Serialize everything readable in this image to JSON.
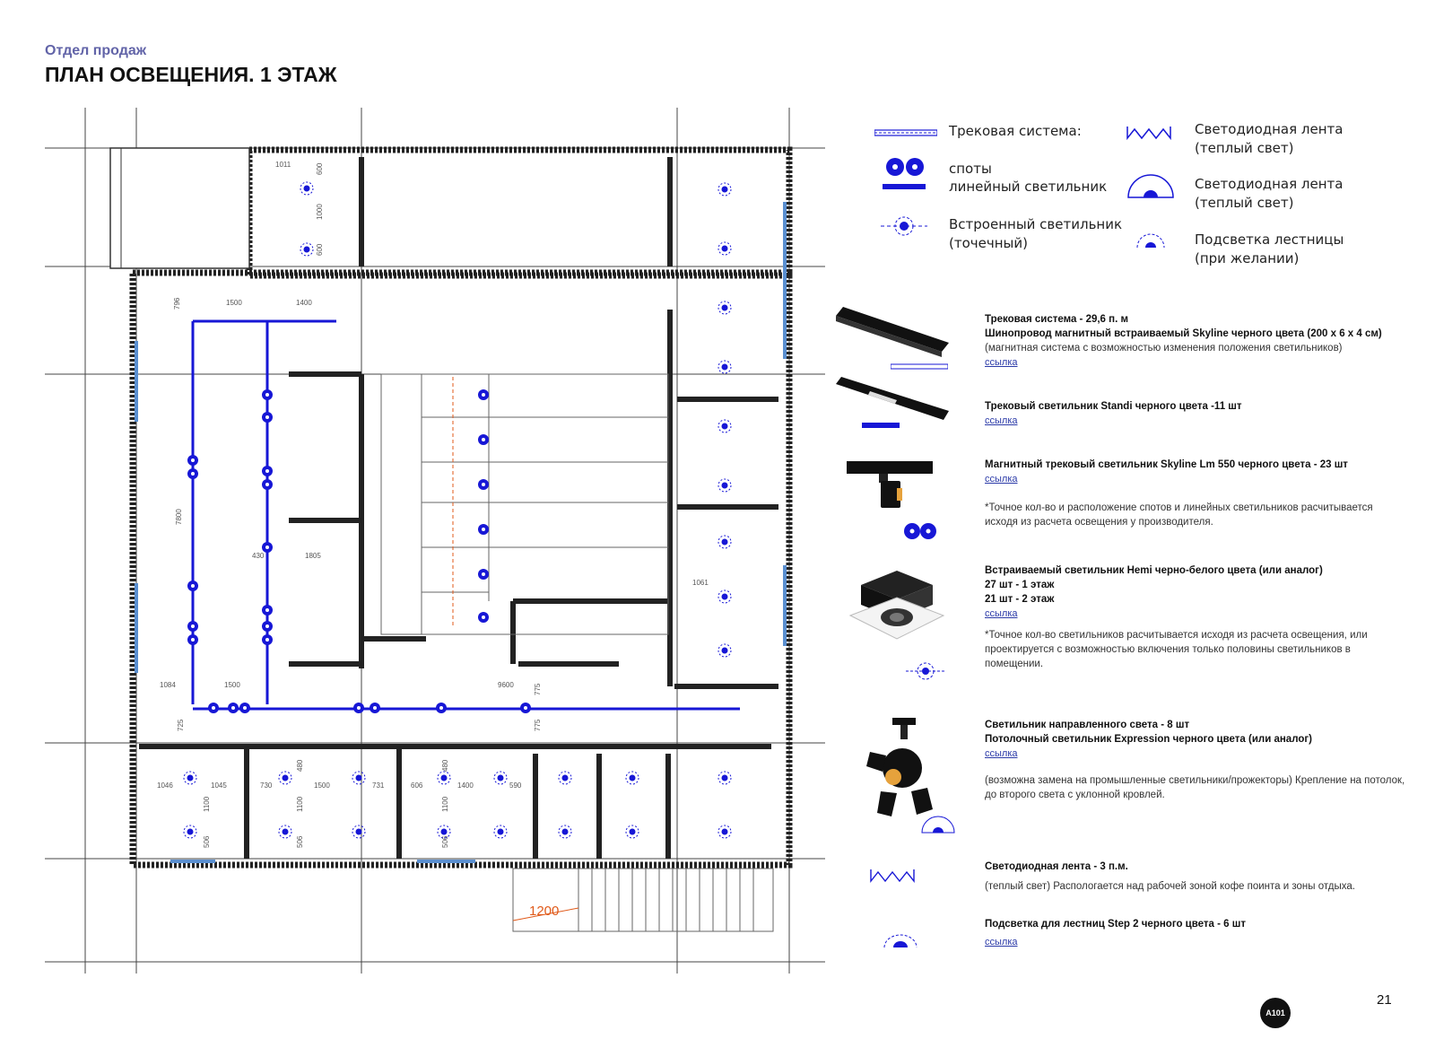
{
  "header": {
    "department": "Отдел продаж",
    "title": "ПЛАН ОСВЕЩЕНИЯ. 1 ЭТАЖ"
  },
  "legend": {
    "track": "Трековая система:",
    "spots": "споты",
    "linear": "линейный светильник",
    "builtin_1": "Встроенный светильник",
    "builtin_2": "(точечный)",
    "led1_1": "Светодиодная лента",
    "led1_2": "(теплый свет)",
    "led2_1": "Светодиодная лента",
    "led2_2": "(теплый свет)",
    "stair_1": "Подсветка лестницы",
    "stair_2": "(при желании)"
  },
  "items": [
    {
      "title": "Трековая система - 29,6 п. м",
      "line2": "Шинопровод магнитный встраиваемый Skyline черного цвета (200 х 6 х 4 см)",
      "line3": "(магнитная система с возможностью изменения положения светильников)",
      "link": "ссылка"
    },
    {
      "title": "Трековый светильник Standi черного цвета -11 шт",
      "link": "ссылка"
    },
    {
      "title": "Магнитный трековый светильник Skyline Lm 550 черного цвета - 23 шт",
      "link": "ссылка",
      "note": "*Точное кол-во и расположение спотов и линейных светильников расчитывается исходя из расчета освещения у производителя."
    },
    {
      "title": "Встраиваемый светильник Hemi черно-белого цвета (или аналог)",
      "line2": "27 шт - 1 этаж",
      "line3": "21 шт - 2 этаж",
      "link": "ссылка",
      "note": "*Точное кол-во  светильников расчитывается исходя из расчета освещения, или проектируется с возможностью включения только половины светильников в помещении."
    },
    {
      "title": "Светильник направленного света - 8 шт",
      "line2": "Потолочный светильник Expression черного цвета (или аналог)",
      "link": "ссылка",
      "note": "(возможна замена на промышленные светильники/прожекторы) Крепление на потолок, до второго света с уклонной кровлей."
    },
    {
      "title": "Светодиодная лента - 3 п.м.",
      "note": "(теплый свет) Распологается над рабочей зоной кофе поинта и зоны отдыха."
    },
    {
      "title": "Подсветка для лестниц Step 2 черного цвета - 6 шт",
      "link": "ссылка"
    }
  ],
  "plan_labels": {
    "d1011": "1011",
    "d600a": "600",
    "d1000": "1000",
    "d600b": "600",
    "d796": "796",
    "d1500": "1500",
    "d1400": "1400",
    "d7800": "7800",
    "d430": "430",
    "d1805": "1805",
    "d1084": "1084",
    "d1500b": "1500",
    "d9600": "9600",
    "d775a": "775",
    "d775b": "775",
    "d725": "725",
    "d1061": "1061",
    "d1046": "1046",
    "d1045": "1045",
    "d730": "730",
    "d1500c": "1500",
    "d731": "731",
    "d606": "606",
    "d1400b": "1400",
    "d590": "590",
    "d480a": "480",
    "d480b": "480",
    "d1100a": "1100",
    "d1100b": "1100",
    "d1100c": "1100",
    "d506a": "506",
    "d506b": "506",
    "d506c": "506",
    "d1200": "1200"
  },
  "colors": {
    "blue": "#1717d6",
    "wall": "#222222",
    "dim": "#555555",
    "accent": "#e05a1a"
  },
  "page_number": "21",
  "logo": "A101"
}
